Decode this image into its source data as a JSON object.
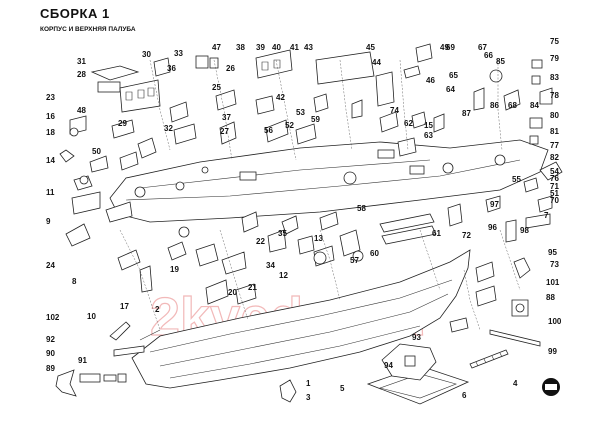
{
  "title": "СБОРКА 1",
  "subtitle": "КОРПУС И ВЕРХНЯЯ ПАЛУБА",
  "watermark": "2kvedro.ru",
  "part_numbers": [
    "1",
    "2",
    "3",
    "4",
    "5",
    "6",
    "7",
    "8",
    "9",
    "10",
    "11",
    "12",
    "13",
    "14",
    "15",
    "16",
    "17",
    "18",
    "19",
    "20",
    "21",
    "22",
    "23",
    "24",
    "25",
    "26",
    "27",
    "28",
    "29",
    "30",
    "31",
    "32",
    "33",
    "34",
    "35",
    "36",
    "37",
    "38",
    "39",
    "40",
    "41",
    "42",
    "43",
    "44",
    "45",
    "46",
    "47",
    "48",
    "49",
    "50",
    "51",
    "52",
    "53",
    "54",
    "55",
    "56",
    "57",
    "58",
    "59",
    "60",
    "61",
    "62",
    "63",
    "64",
    "65",
    "66",
    "67",
    "68",
    "69",
    "70",
    "71",
    "72",
    "73",
    "74",
    "75",
    "76",
    "77",
    "78",
    "79",
    "80",
    "81",
    "82",
    "83",
    "84",
    "85",
    "86",
    "87",
    "88",
    "89",
    "90",
    "91",
    "92",
    "93",
    "94",
    "95",
    "96",
    "97",
    "98",
    "99",
    "100",
    "101",
    "102"
  ]
}
